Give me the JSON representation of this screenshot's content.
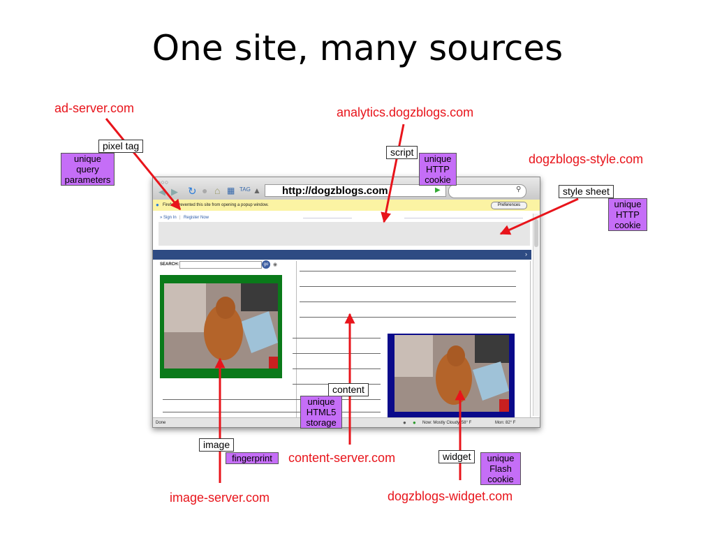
{
  "title": "One site, many sources",
  "sources": {
    "ad_server": "ad-server.com",
    "analytics": "analytics.dogzblogs.com",
    "style": "dogzblogs-style.com",
    "image_server": "image-server.com",
    "content_server": "content-server.com",
    "widget_server": "dogzblogs-widget.com"
  },
  "labels": {
    "pixel_tag": "pixel tag",
    "script": "script",
    "style_sheet": "style sheet",
    "content": "content",
    "image": "image",
    "widget": "widget"
  },
  "tracking": {
    "query": [
      "unique",
      "query",
      "parameters"
    ],
    "script_cookie": [
      "unique",
      "HTTP",
      "cookie"
    ],
    "style_cookie": [
      "unique",
      "HTTP",
      "cookie"
    ],
    "html5": [
      "unique",
      "HTML5",
      "storage"
    ],
    "fingerprint": "fingerprint",
    "flash": [
      "unique",
      "Flash",
      "cookie"
    ]
  },
  "browser": {
    "url": "http://dogzblogs.com",
    "popup_text": "Firefox prevented this site from opening a popup window.",
    "preferences_label": "Preferences",
    "signin": "» Sign In",
    "register": "Register Now",
    "search_label": "SEARCH:",
    "go_label": "go",
    "status_left": "Done",
    "weather_now": "Now: Mostly Cloudy, 58° F",
    "weather_mon": "Mon: 82° F"
  },
  "colors": {
    "label_red": "#e8141b",
    "tracking_purple": "#c56ef7",
    "image_frame_green": "#0a7a1a",
    "widget_frame_navy": "#0a0a8a",
    "nav_blue": "#2e4b83"
  }
}
